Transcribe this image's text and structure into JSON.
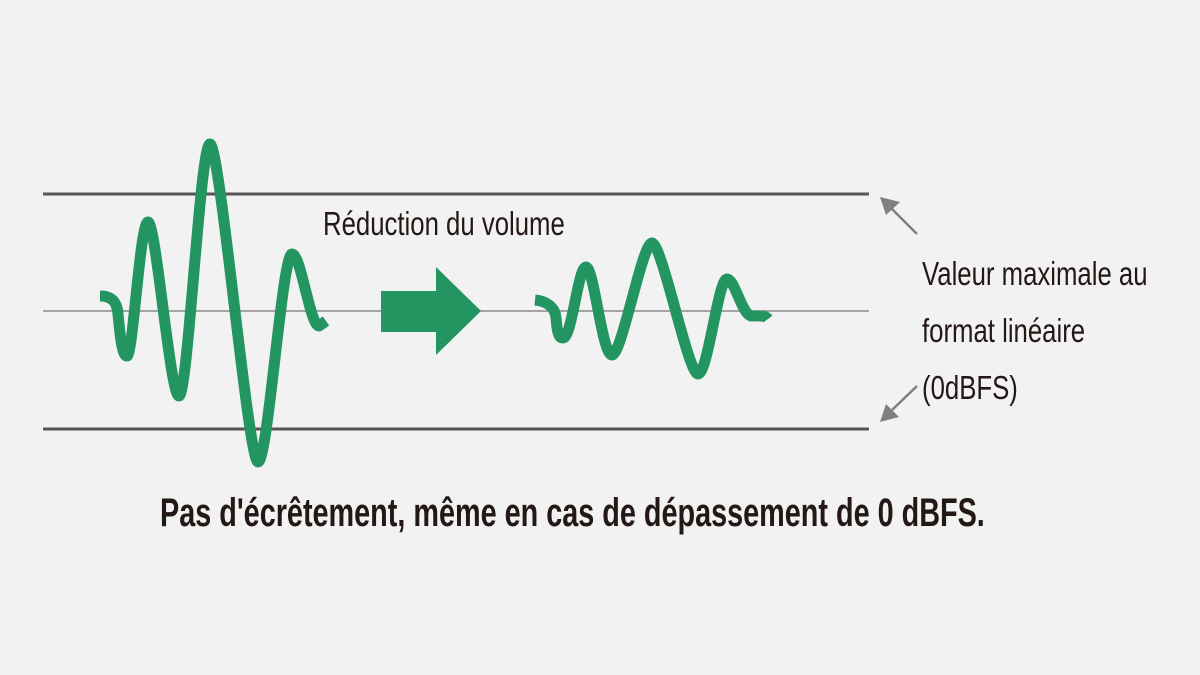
{
  "diagram": {
    "colors": {
      "background": "#f2f2f2",
      "wave": "#239561",
      "limit_lines": "#555555",
      "center_line": "#8a8a8a",
      "annotation_arrows": "#808080",
      "text": "#231815"
    },
    "arrow_label": "Réduction du volume",
    "side_label": {
      "line1": "Valeur maximale au",
      "line2": "format linéaire",
      "line3": "(0dBFS)"
    },
    "caption": "Pas d'écrêtement, même en cas de dépassement de 0 dBFS.",
    "elements": [
      {
        "name": "upper-limit-line",
        "meaning": "0 dBFS positive ceiling"
      },
      {
        "name": "center-line",
        "meaning": "zero amplitude"
      },
      {
        "name": "lower-limit-line",
        "meaning": "0 dBFS negative ceiling"
      },
      {
        "name": "original-waveform",
        "meaning": "signal exceeding 0 dBFS"
      },
      {
        "name": "reduction-arrow",
        "meaning": "volume reduction"
      },
      {
        "name": "reduced-waveform",
        "meaning": "signal within range, not clipped"
      }
    ]
  }
}
